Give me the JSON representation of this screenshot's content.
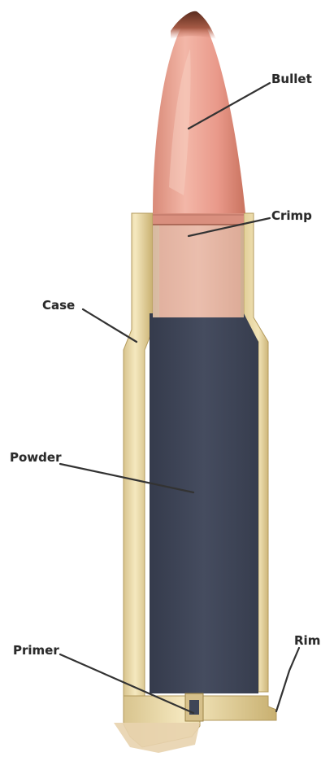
{
  "labels": {
    "bullet": "Bullet",
    "crimp": "Crimp",
    "case": "Case",
    "powder": "Powder",
    "primer": "Primer",
    "rim": "Rim"
  },
  "colors": {
    "bullet_tip": "#6e3a2a",
    "bullet_body": "#e99a88",
    "bullet_highlight": "#f6c3b5",
    "brass": "#e9d6a2",
    "brass_dark": "#c8b070",
    "powder": "#3e4557",
    "leader_line": "#333333",
    "label_text": "#2a2a2a"
  }
}
